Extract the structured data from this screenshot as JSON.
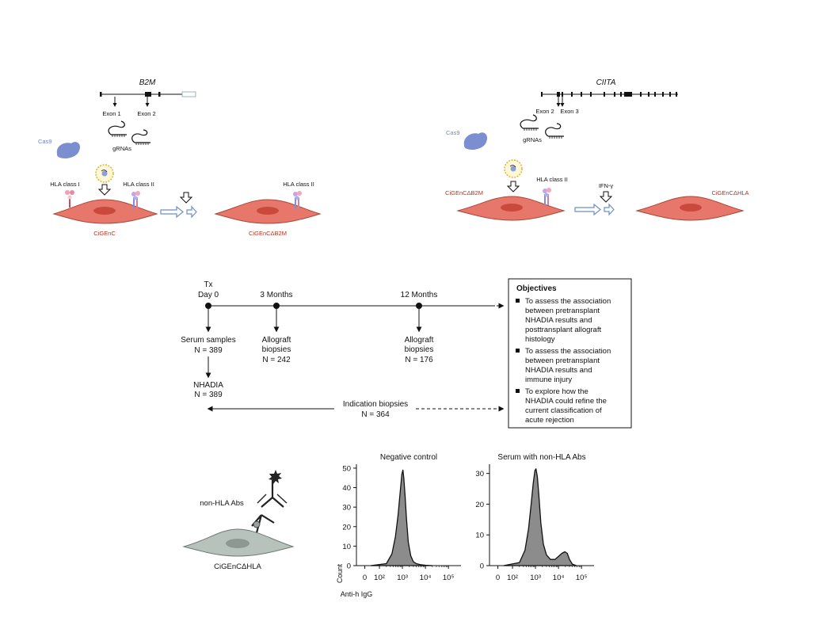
{
  "top_left": {
    "gene": "B2M",
    "exon_a": "Exon 1",
    "exon_b": "Exon 2",
    "grnas": "gRNAs",
    "cas9": "Cas9",
    "hla1": "HLA class I",
    "hla2": "HLA class II",
    "cell1": "CiGEnC",
    "cell2_hla2": "HLA class II",
    "cell2": "CiGEnCΔB2M"
  },
  "top_right": {
    "gene": "CIITA",
    "exon_a": "Exon 2",
    "exon_b": "Exon 3",
    "grnas": "gRNAs",
    "cas9": "Cas9",
    "cell1": "CiGEnCΔB2M",
    "hla2": "HLA class II",
    "ifn": "IFN-γ",
    "cell2": "CiGEnCΔHLA"
  },
  "timeline": {
    "tx": "Tx",
    "day0": "Day 0",
    "m3": "3 Months",
    "m12": "12 Months",
    "serum": "Serum samples",
    "serum_n": "N = 389",
    "nhadia": "NHADIA",
    "nhadia_n": "N = 389",
    "bx3_1": "Allograft",
    "bx3_2": "biopsies",
    "bx3_n": "N = 242",
    "bx12_1": "Allograft",
    "bx12_2": "biopsies",
    "bx12_n": "N = 176",
    "ind": "Indication biopsies",
    "ind_n": "N = 364"
  },
  "objectives": {
    "title": "Objectives",
    "lines": [
      "To assess the association",
      "between pretransplant",
      "NHADIA results and",
      "posttransplant allograft",
      "histology",
      "To assess the association",
      "between pretransplant",
      "NHADIA results and",
      "immune injury",
      "To explore how the",
      "NHADIA could refine the",
      "current classification of",
      "acute rejection"
    ]
  },
  "bottom": {
    "abs_label": "non-HLA Abs",
    "cell_label": "CiGEnCΔHLA",
    "ylabel": "Count",
    "xlabel": "Anti-h IgG"
  },
  "chart_data": [
    {
      "type": "area",
      "title": "Negative control",
      "xscale": "log",
      "xticks": [
        "0",
        "10²",
        "10³",
        "10⁴",
        "10⁵"
      ],
      "yticks": [
        0,
        10,
        20,
        30,
        40,
        50
      ],
      "ylim": [
        0,
        52
      ],
      "ylabel": "Count",
      "xlabel": "Anti-h IgG",
      "series": [
        {
          "name": "",
          "color": "#8c8c8c",
          "x": [
            40,
            200,
            350,
            500,
            650,
            800,
            950,
            1050,
            1150,
            1300,
            1500,
            1800,
            2300,
            3000,
            4000,
            6000,
            10000,
            20000
          ],
          "y": [
            0,
            1,
            6,
            15,
            26,
            38,
            47,
            49,
            45,
            36,
            24,
            12,
            5,
            2,
            1,
            0.5,
            0.2,
            0
          ]
        }
      ]
    },
    {
      "type": "area",
      "title": "Serum with non-HLA Abs",
      "xscale": "log",
      "xticks": [
        "0",
        "10²",
        "10³",
        "10⁴",
        "10⁵"
      ],
      "yticks": [
        0,
        10,
        20,
        30
      ],
      "ylim": [
        0,
        33
      ],
      "ylabel": "",
      "xlabel": "",
      "series": [
        {
          "name": "",
          "color": "#8c8c8c",
          "x": [
            40,
            200,
            350,
            500,
            650,
            800,
            950,
            1050,
            1200,
            1400,
            1700,
            2200,
            3000,
            4500,
            7000,
            10000,
            14000,
            19000,
            24000,
            30000,
            40000,
            60000
          ],
          "y": [
            0,
            1,
            5,
            12,
            20,
            27,
            31,
            31.5,
            29,
            23,
            14,
            7,
            3.5,
            2,
            2,
            3,
            4,
            4.5,
            4,
            2,
            0.5,
            0
          ]
        }
      ]
    }
  ]
}
